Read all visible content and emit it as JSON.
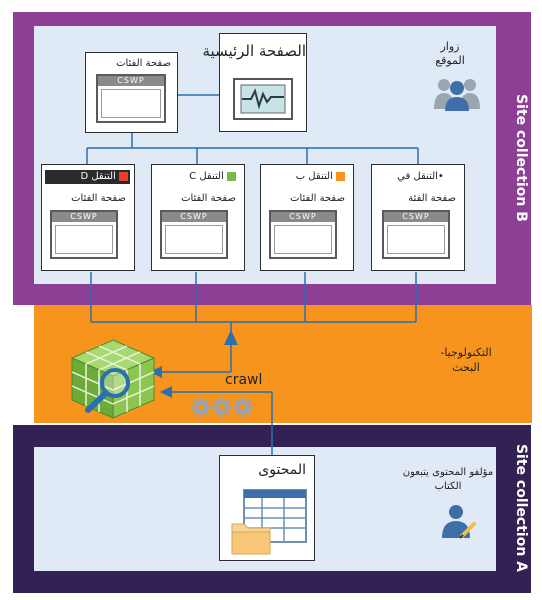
{
  "site_collection_b": {
    "label": "Site collection B"
  },
  "site_collection_a": {
    "label": "Site collection A"
  },
  "home_page": {
    "title": "الصفحة الرئيسية"
  },
  "category_page": {
    "title": "صفحة الفئات",
    "webpart": "CSWP"
  },
  "site_visitors": {
    "label_line1": "زوار",
    "label_line2": "الموقع"
  },
  "nav_pages": [
    {
      "title": "التنقل D",
      "subtitle": "صفحة الفئات",
      "webpart": "CSWP",
      "color": "#e8402a"
    },
    {
      "title": "التنقل C",
      "subtitle": "صفحة الفئات",
      "webpart": "CSWP",
      "color": "#7ab648"
    },
    {
      "title": "التنقل ب",
      "subtitle": "صفحة الفئات",
      "webpart": "CSWP",
      "color": "#f7941d"
    },
    {
      "title": "•التنقل في",
      "subtitle": "صفحة الفئة",
      "webpart": "CSWP",
      "color": "#ffffff"
    }
  ],
  "search": {
    "label_line1": "التكنولوجيا-",
    "label_line2": "البحث",
    "crawl": "crawl"
  },
  "content": {
    "title": "المحتوى"
  },
  "authors": {
    "label_line1": "مؤلفو المحتوى يتبعون",
    "label_line2": "الكتاب"
  },
  "colors": {
    "band_b": "#8c3f94",
    "band_search": "#f7941d",
    "band_a": "#332154",
    "inner": "#dfeaf6",
    "connector": "#2a6fb0"
  }
}
